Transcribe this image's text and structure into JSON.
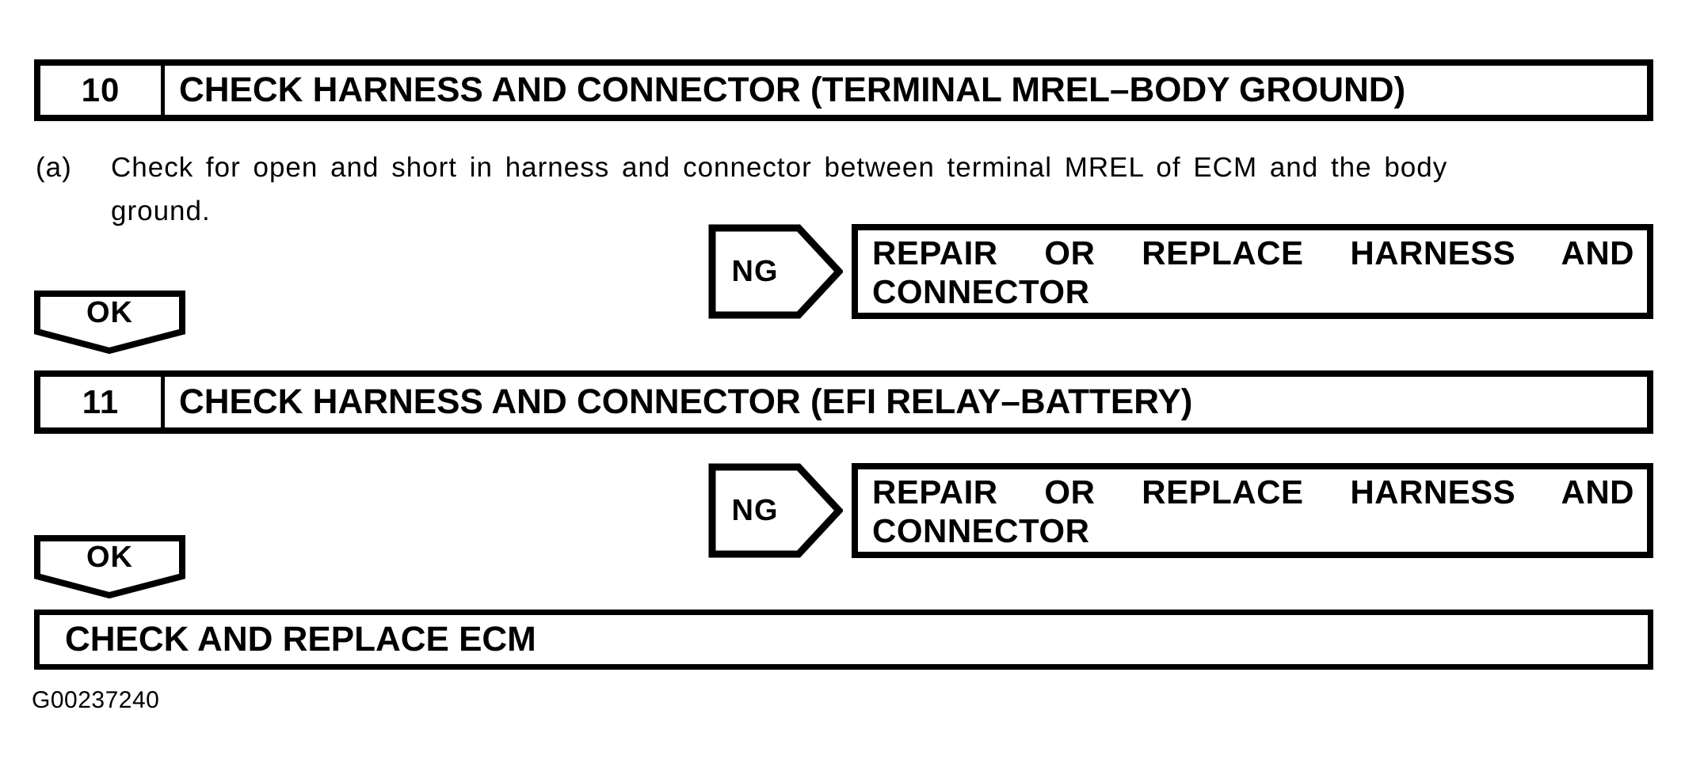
{
  "page": {
    "background": "#ffffff",
    "ink": "#000000",
    "figure_id": "G00237240"
  },
  "steps": [
    {
      "number": "10",
      "title": "CHECK HARNESS AND CONNECTOR (TERMINAL MREL–BODY GROUND)",
      "instruction": {
        "label": "(a)",
        "lines": [
          "Check for open and short in harness and connector between terminal MREL of ECM and the body",
          "ground."
        ]
      },
      "ng": {
        "label": "NG",
        "result_lines": [
          "REPAIR OR REPLACE HARNESS AND",
          "CONNECTOR"
        ]
      },
      "ok_label": "OK"
    },
    {
      "number": "11",
      "title": "CHECK HARNESS AND CONNECTOR (EFI RELAY–BATTERY)",
      "ng": {
        "label": "NG",
        "result_lines": [
          "REPAIR OR REPLACE HARNESS AND",
          "CONNECTOR"
        ]
      },
      "ok_label": "OK"
    }
  ],
  "final_action": "CHECK AND REPLACE ECM"
}
